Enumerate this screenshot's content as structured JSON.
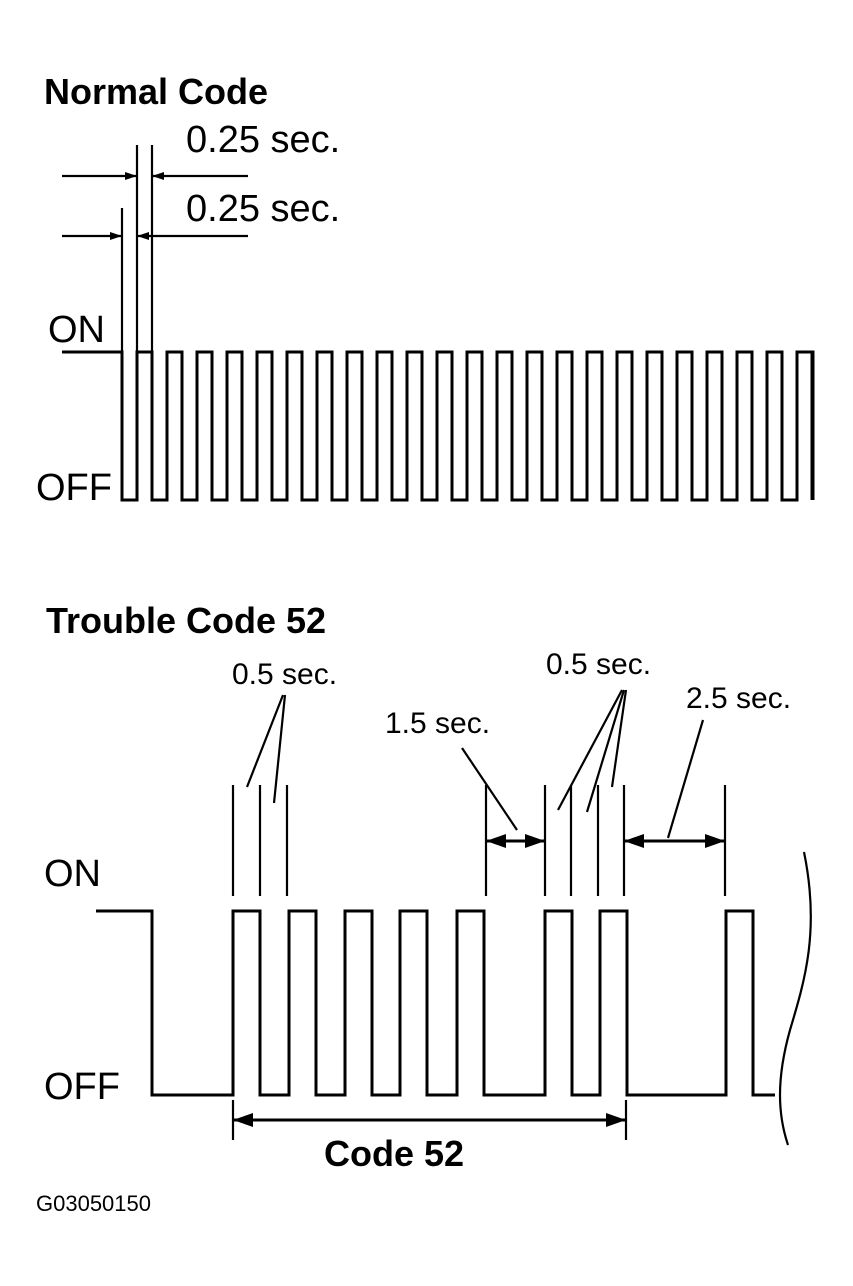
{
  "normal": {
    "title": "Normal Code",
    "on_label": "ON",
    "off_label": "OFF",
    "dim_on": "0.25 sec.",
    "dim_off": "0.25 sec."
  },
  "trouble": {
    "title": "Trouble Code 52",
    "on_label": "ON",
    "off_label": "OFF",
    "pulse_label_left": "0.5 sec.",
    "pulse_label_right": "0.5 sec.",
    "gap_short": "1.5 sec.",
    "gap_long": "2.5 sec.",
    "code_label": "Code 52"
  },
  "figure_id": "G03050150"
}
